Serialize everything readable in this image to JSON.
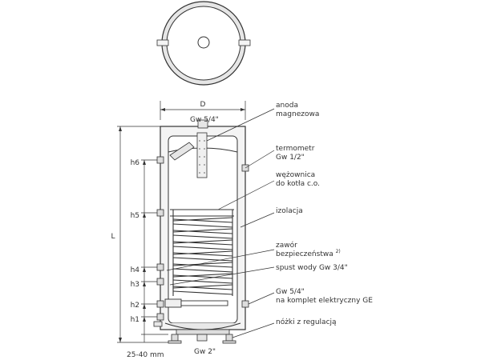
{
  "dimensions": {
    "diameter": "D",
    "length": "L",
    "h1": "h1",
    "h2": "h2",
    "h3": "h3",
    "h4": "h4",
    "h5": "h5",
    "h6": "h6",
    "feet_gap": "25-40 mm"
  },
  "labels": {
    "top_port": "Gw 5/4\"",
    "bottom_port": "Gw 2\"",
    "anode_line1": "anoda",
    "anode_line2": "magnezowa",
    "thermometer_line1": "termometr",
    "thermometer_line2": "Gw 1/2\"",
    "coil_line1": "wężownica",
    "coil_line2": "do kotła c.o.",
    "insulation": "izolacja",
    "valve_line1": "zawór",
    "valve_line2": "bezpieczeństwa",
    "valve_superscript": "2)",
    "drain": "spust wody Gw 3/4\"",
    "heater_line1": "Gw 5/4\"",
    "heater_line2": "na komplet elektryczny GE",
    "feet": "nóżki z regulacją"
  },
  "colors": {
    "line": "#333333",
    "fill_light": "#eeeeee",
    "fill_mid": "#dddddd"
  }
}
